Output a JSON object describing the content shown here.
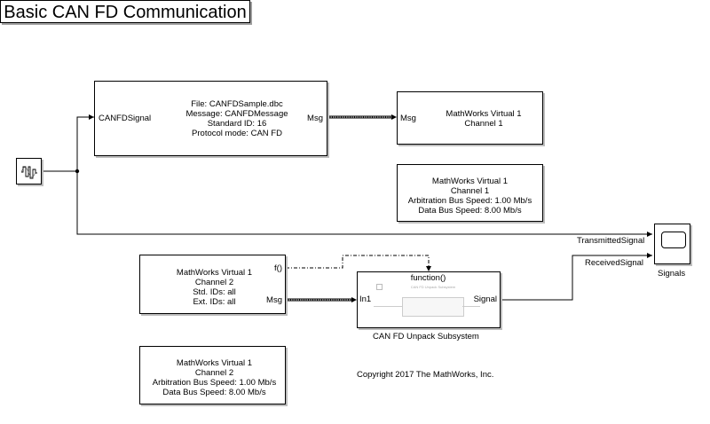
{
  "title": "Basic CAN FD Communication",
  "pack_block": {
    "input_port": "CANFDSignal",
    "output_port": "Msg",
    "lines": [
      "File: CANFDSample.dbc",
      "Message: CANFDMessage",
      "Standard ID: 16",
      "Protocol mode: CAN FD"
    ]
  },
  "transmit_block": {
    "input_port": "Msg",
    "lines": [
      "MathWorks Virtual 1",
      "Channel 1"
    ]
  },
  "config_ch1": {
    "lines": [
      "MathWorks Virtual 1",
      "Channel 1",
      "Arbitration Bus Speed: 1.00 Mb/s",
      "Data Bus Speed: 8.00 Mb/s"
    ]
  },
  "receive_block": {
    "output_ports": [
      "f()",
      "Msg"
    ],
    "lines": [
      "MathWorks Virtual 1",
      "Channel 2",
      "Std. IDs: all",
      "Ext. IDs: all"
    ]
  },
  "config_ch2": {
    "lines": [
      "MathWorks Virtual 1",
      "Channel 2",
      "Arbitration Bus Speed: 1.00 Mb/s",
      "Data Bus Speed: 8.00 Mb/s"
    ]
  },
  "unpack_subsystem": {
    "trigger_label": "function()",
    "input_port": "In1",
    "output_port": "Signal",
    "inner_caption": "CAN FD Unpack Subsystem",
    "name": "CAN FD Unpack Subsystem"
  },
  "scope": {
    "name": "Signals"
  },
  "signals": {
    "transmitted": "TransmittedSignal",
    "received": "ReceivedSignal"
  },
  "copyright": "Copyright 2017 The MathWorks, Inc."
}
